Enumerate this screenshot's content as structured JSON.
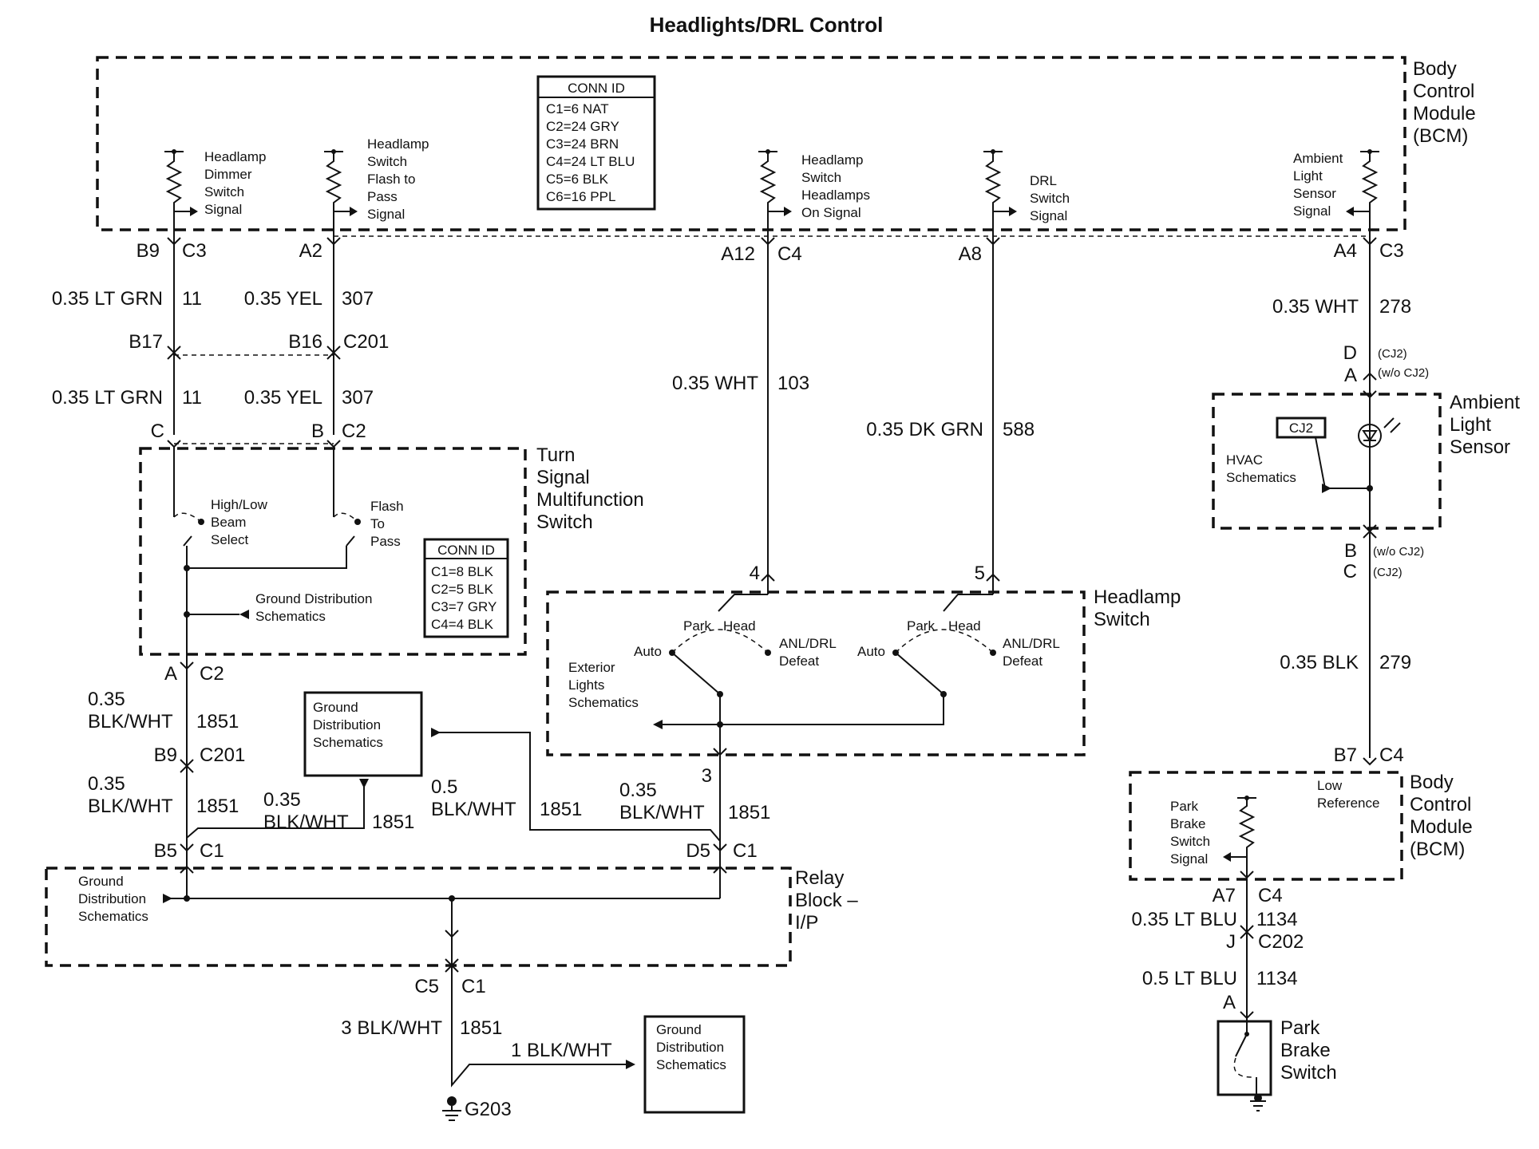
{
  "title": "Headlights/DRL Control",
  "bcm_top": {
    "name_lines": [
      "Body",
      "Control",
      "Module",
      "(BCM)"
    ],
    "conn_id": {
      "header": "CONN ID",
      "rows": [
        "C1=6 NAT",
        "C2=24 GRY",
        "C3=24 BRN",
        "C4=24 LT BLU",
        "C5=6 BLK",
        "C6=16 PPL"
      ]
    },
    "signals": {
      "dimmer": [
        "Headlamp",
        "Dimmer",
        "Switch",
        "Signal"
      ],
      "flash": [
        "Headlamp",
        "Switch",
        "Flash to",
        "Pass",
        "Signal"
      ],
      "headlamps_on": [
        "Headlamp",
        "Switch",
        "Headlamps",
        "On Signal"
      ],
      "drl": [
        "DRL",
        "Switch",
        "Signal"
      ],
      "ambient": [
        "Ambient",
        "Light",
        "Sensor",
        "Signal"
      ]
    },
    "pins": {
      "b9": "B9",
      "c3a": "C3",
      "a2": "A2",
      "a12": "A12",
      "c4": "C4",
      "a8": "A8",
      "a4": "A4",
      "c3b": "C3"
    }
  },
  "wires": {
    "w11a": {
      "gauge": "0.35 LT GRN",
      "circuit": "11"
    },
    "w307a": {
      "gauge": "0.35 YEL",
      "circuit": "307"
    },
    "w11b": {
      "gauge": "0.35 LT GRN",
      "circuit": "11"
    },
    "w307b": {
      "gauge": "0.35 YEL",
      "circuit": "307"
    },
    "w103": {
      "gauge": "0.35 WHT",
      "circuit": "103"
    },
    "w588": {
      "gauge": "0.35 DK GRN",
      "circuit": "588"
    },
    "w278": {
      "gauge": "0.35 WHT",
      "circuit": "278"
    },
    "w279": {
      "gauge": "0.35 BLK",
      "circuit": "279"
    },
    "w1851a": {
      "gauge_lines": [
        "0.35",
        "BLK/WHT"
      ],
      "circuit": "1851"
    },
    "w1851b": {
      "gauge_lines": [
        "0.35",
        "BLK/WHT"
      ],
      "circuit": "1851"
    },
    "w1851c": {
      "gauge_lines": [
        "0.35",
        "BLK/WHT"
      ],
      "circuit": "1851"
    },
    "w1851d": {
      "gauge_lines": [
        "0.5",
        "BLK/WHT"
      ],
      "circuit": "1851"
    },
    "w1851e": {
      "gauge_lines": [
        "0.35",
        "BLK/WHT"
      ],
      "circuit": "1851"
    },
    "w1851f": {
      "gauge": "3 BLK/WHT",
      "circuit": "1851"
    },
    "w1851g": {
      "gauge": "1 BLK/WHT"
    },
    "w1134a": {
      "gauge": "0.35 LT BLU",
      "circuit": "1134"
    },
    "w1134b": {
      "gauge": "0.5 LT BLU",
      "circuit": "1134"
    }
  },
  "c201": {
    "b17": "B17",
    "b16": "B16",
    "conn": "C201"
  },
  "turn_signal": {
    "name_lines": [
      "Turn",
      "Signal",
      "Multifunction",
      "Switch"
    ],
    "pins": {
      "c": "C",
      "b": "B",
      "c2": "C2",
      "a": "A",
      "c2b": "C2"
    },
    "high_low": [
      "High/Low",
      "Beam",
      "Select"
    ],
    "flash": [
      "Flash",
      "To",
      "Pass"
    ],
    "ground_dist": [
      "Ground Distribution",
      "Schematics"
    ],
    "conn_id": {
      "header": "CONN ID",
      "rows": [
        "C1=8 BLK",
        "C2=5 BLK",
        "C3=7 GRY",
        "C4=4 BLK"
      ]
    }
  },
  "headlamp_switch": {
    "name_lines": [
      "Headlamp",
      "Switch"
    ],
    "pins": {
      "p4": "4",
      "p5": "5",
      "p3": "3"
    },
    "park": "Park",
    "head": "Head",
    "auto": "Auto",
    "anl": [
      "ANL/DRL",
      "Defeat"
    ],
    "ext": [
      "Exterior",
      "Lights",
      "Schematics"
    ]
  },
  "ambient_sensor": {
    "name_lines": [
      "Ambient",
      "Light",
      "Sensor"
    ],
    "d": "D",
    "a": "A",
    "cj2": "(CJ2)",
    "wo_cj2": "(w/o CJ2)",
    "badge": "CJ2",
    "hvac": [
      "HVAC",
      "Schematics"
    ],
    "b": "B",
    "c": "C",
    "wo_cj2_b": "(w/o CJ2)",
    "cj2_b": "(CJ2)"
  },
  "bcm_low": {
    "name_lines": [
      "Body",
      "Control",
      "Module",
      "(BCM)"
    ],
    "b7": "B7",
    "c4": "C4",
    "low_ref": [
      "Low",
      "Reference"
    ],
    "park_sig": [
      "Park",
      "Brake",
      "Switch",
      "Signal"
    ],
    "a7": "A7",
    "c4b": "C4",
    "j": "J",
    "c202": "C202",
    "a": "A"
  },
  "park_brake": {
    "name_lines": [
      "Park",
      "Brake",
      "Switch"
    ]
  },
  "ground_box1": [
    "Ground",
    "Distribution",
    "Schematics"
  ],
  "ground_box2": [
    "Ground",
    "Distribution",
    "Schematics"
  ],
  "relay_block": {
    "name_lines": [
      "Relay",
      "Block –",
      "I/P"
    ],
    "ground": [
      "Ground",
      "Distribution",
      "Schematics"
    ],
    "pins": {
      "b5": "B5",
      "c1a": "C1",
      "d5": "D5",
      "c1b": "C1",
      "c5": "C5",
      "c1c": "C1"
    },
    "pin_a": "A",
    "c2": "C2",
    "b9": "B9",
    "c201": "C201"
  },
  "ground_g203": "G203"
}
